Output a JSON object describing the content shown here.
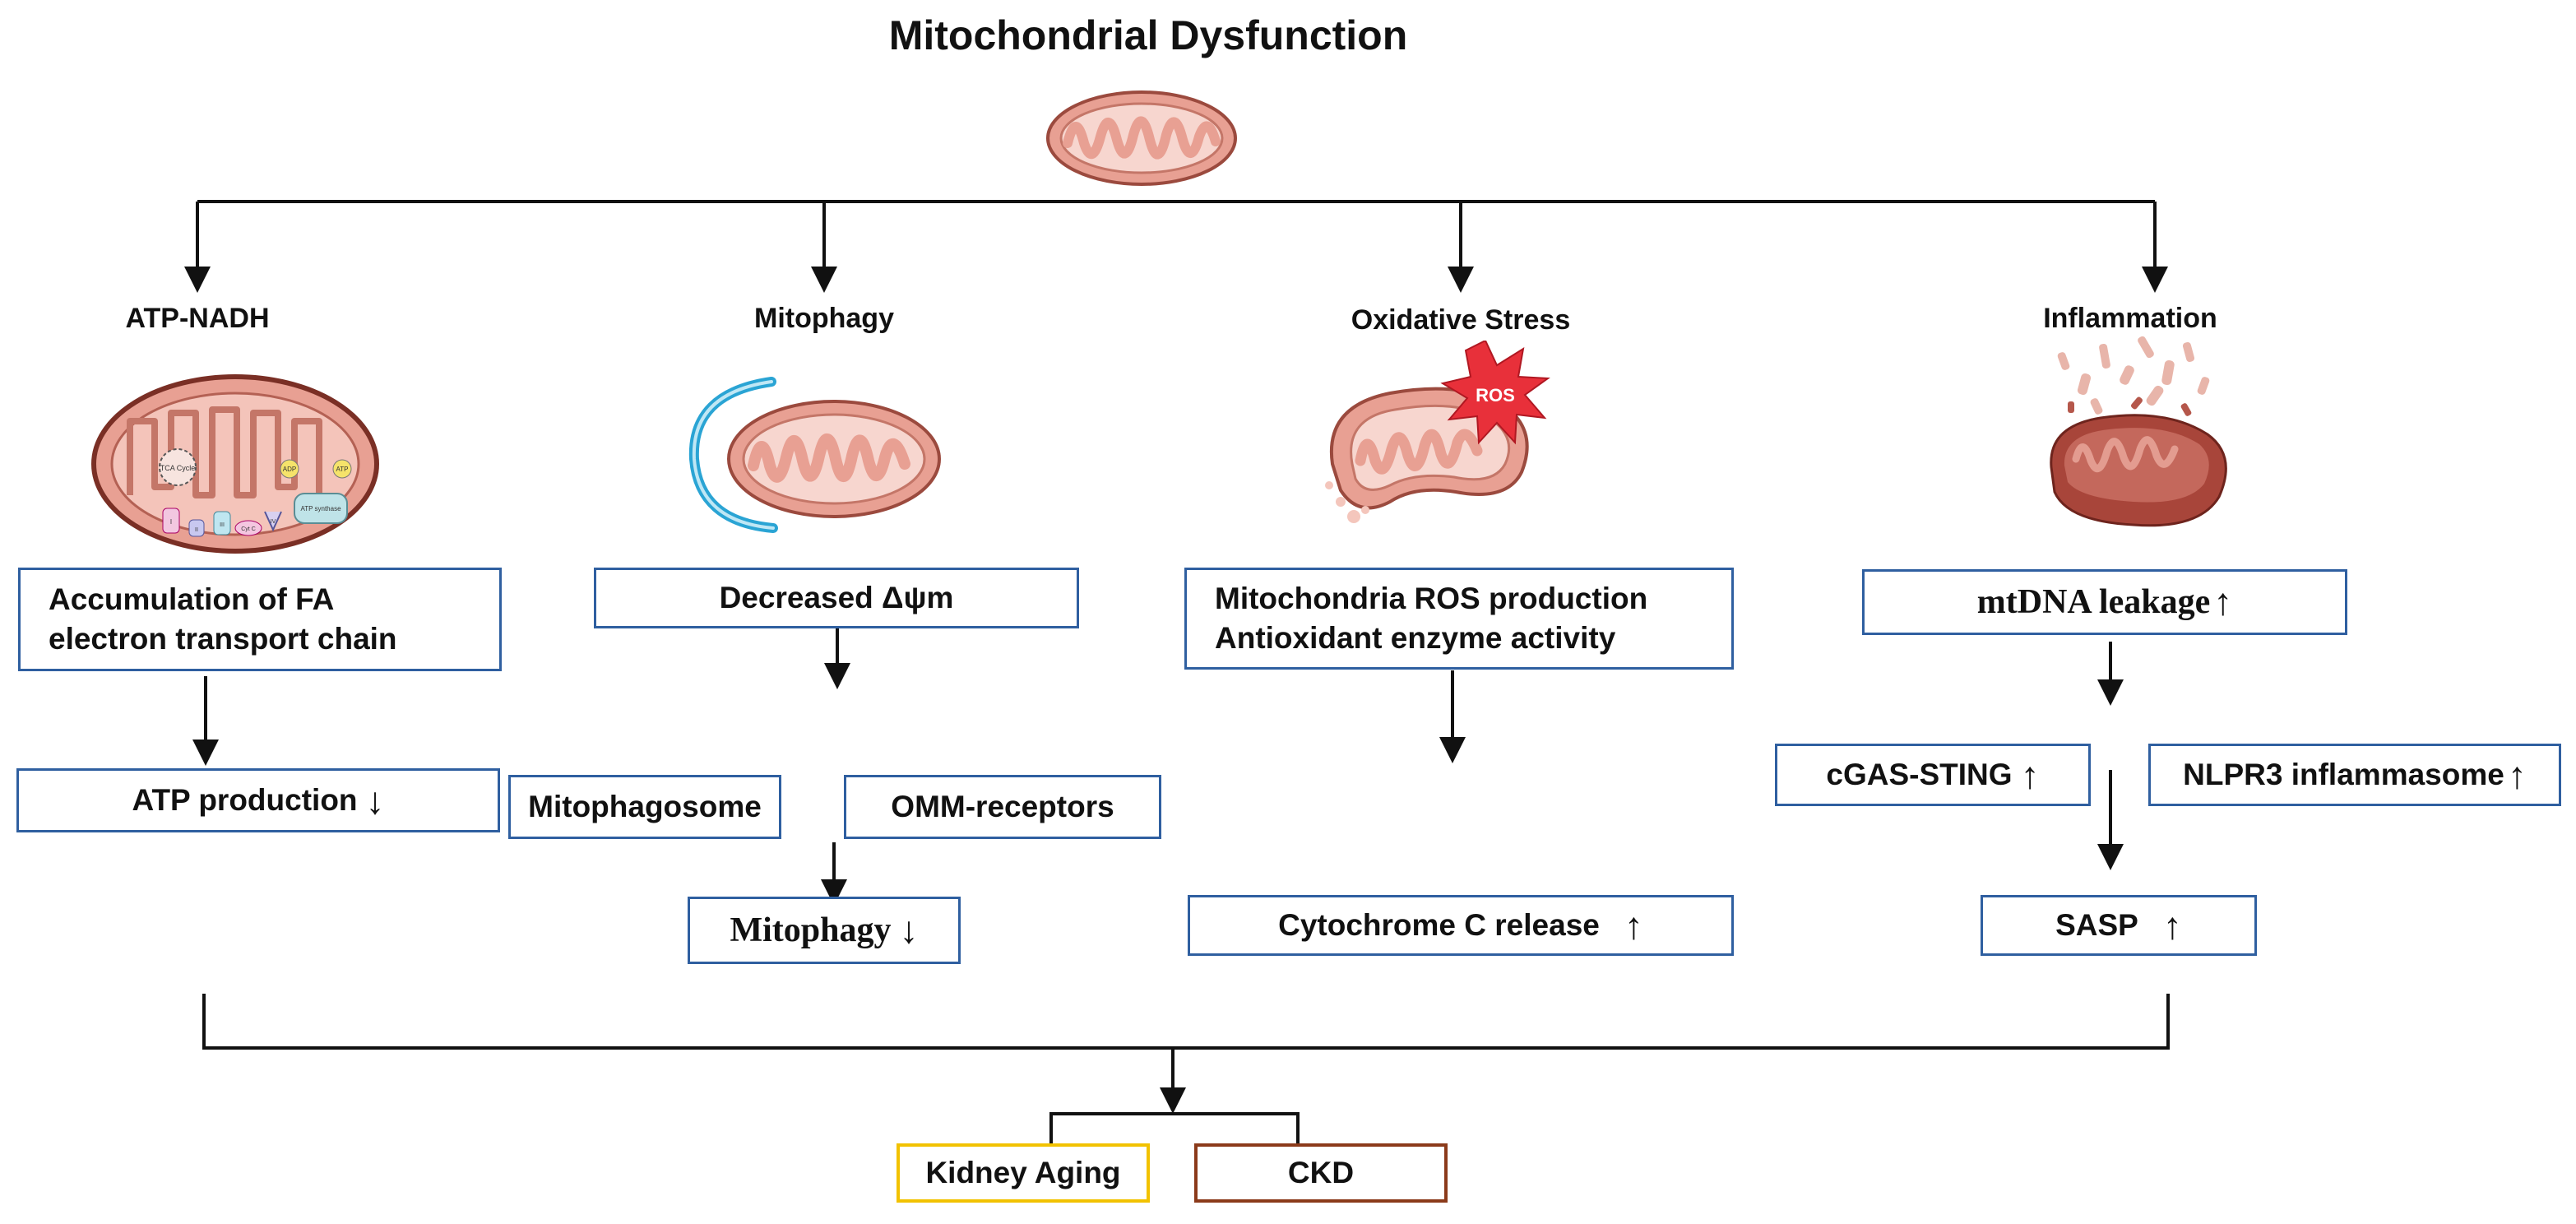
{
  "title": "Mitochondrial Dysfunction",
  "branches": {
    "atp": {
      "label": "ATP-NADH",
      "box1_line1": "Accumulation of FA",
      "box1_line2": "electron transport chain",
      "box2": "ATP production",
      "box2_arrow": "↓",
      "icon_labels": {
        "tca": "TCA Cycle",
        "adp": "ADP",
        "atp": "ATP",
        "synthase": "ATP synthase",
        "c1": "I",
        "c2": "II",
        "c3": "III",
        "cytc": "Cyt C",
        "c4": "IV"
      }
    },
    "mitophagy": {
      "label": "Mitophagy",
      "box1": "Decreased Δψm",
      "box2": "Mitophagosome",
      "box3": "OMM-receptors",
      "box4": "Mitophagy",
      "box4_arrow": "↓"
    },
    "oxidative": {
      "label": "Oxidative Stress",
      "ros": "ROS",
      "box1_line1": "Mitochondria ROS production",
      "box1_line2": "Antioxidant enzyme activity",
      "box2": "Cytochrome C release",
      "box2_arrow": "↑"
    },
    "inflammation": {
      "label": "Inflammation",
      "box1": "mtDNA leakage",
      "box1_arrow": "↑",
      "box2": "cGAS-STING",
      "box2_arrow": "↑",
      "box3": "NLPR3 inflammasome",
      "box3_arrow": "↑",
      "box4": "SASP",
      "box4_arrow": "↑"
    }
  },
  "outcomes": {
    "kidney_aging": "Kidney Aging",
    "ckd": "CKD"
  },
  "colors": {
    "box_border": "#2f5fa0",
    "kidney_aging_border": "#f2c200",
    "ckd_border": "#8b3a1a",
    "mito_fill": "#e8a093",
    "mito_stroke": "#9b4a3e",
    "mito_inner": "#f7d6cf",
    "ros_red": "#e8303a",
    "phagophore_blue": "#2aa4d4"
  }
}
